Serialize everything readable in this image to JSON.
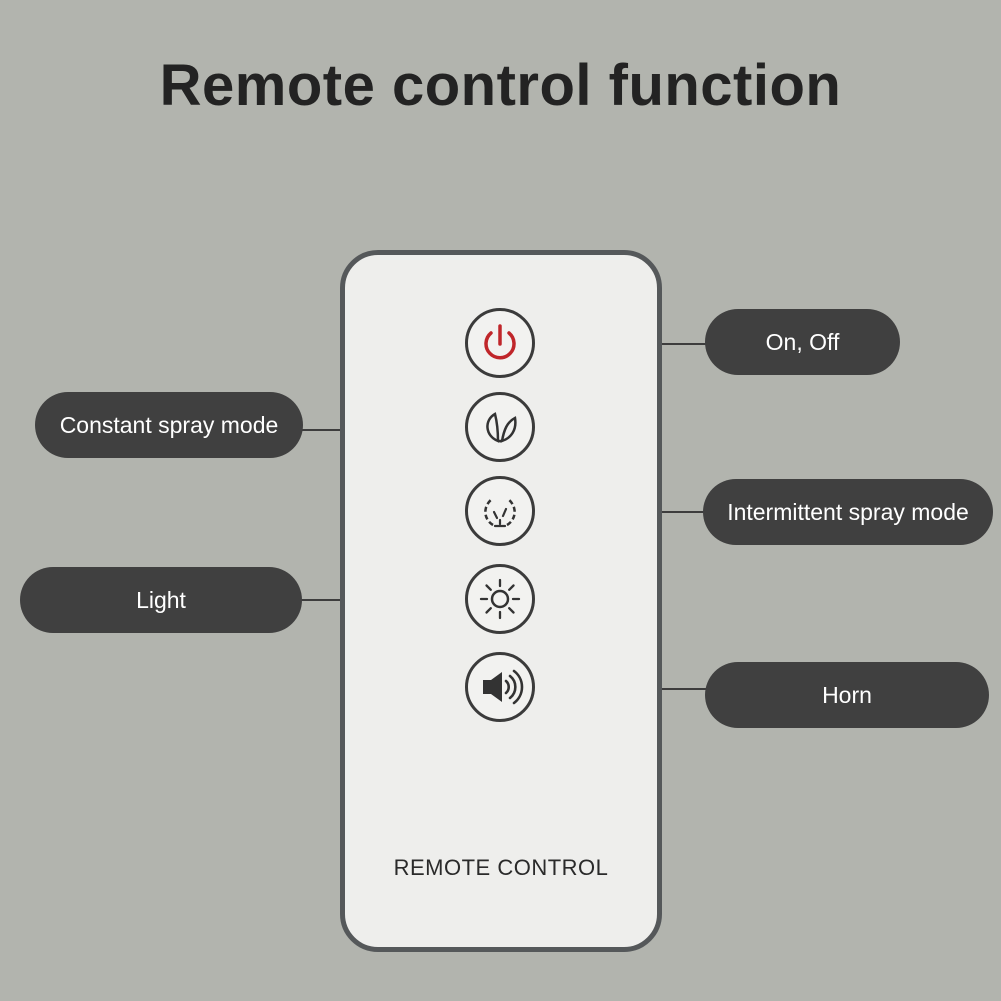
{
  "title": "Remote control function",
  "remote": {
    "label": "REMOTE CONTROL",
    "buttons": [
      {
        "icon": "power-icon",
        "label": "On, Off",
        "accent": "#c0262a"
      },
      {
        "icon": "constant-spray-icon",
        "label": "Constant spray mode"
      },
      {
        "icon": "intermittent-spray-icon",
        "label": "Intermittent spray mode"
      },
      {
        "icon": "light-icon",
        "label": "Light"
      },
      {
        "icon": "horn-icon",
        "label": "Horn"
      }
    ]
  },
  "colors": {
    "background": "#b2b4ae",
    "pill": "#404040",
    "remote_body": "#eeeeec",
    "power_red": "#c0262a"
  }
}
